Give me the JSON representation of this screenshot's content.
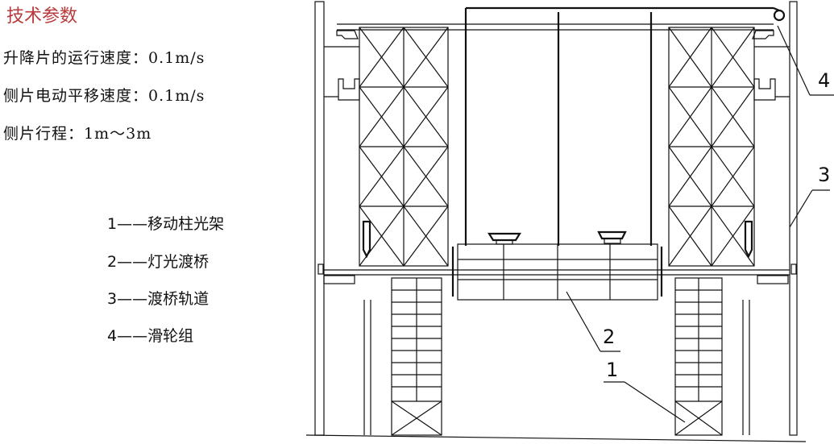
{
  "specs": {
    "title": "技术参数",
    "lines": [
      "升降片的运行速度：0.1m/s",
      "侧片电动平移速度：0.1m/s",
      "侧片行程：1m～3m"
    ]
  },
  "legend": {
    "items": [
      "1——移动柱光架",
      "2——灯光渡桥",
      "3——渡桥轨道",
      "4——滑轮组"
    ]
  },
  "callouts": {
    "c1": "1",
    "c2": "2",
    "c3": "3",
    "c4": "4"
  }
}
